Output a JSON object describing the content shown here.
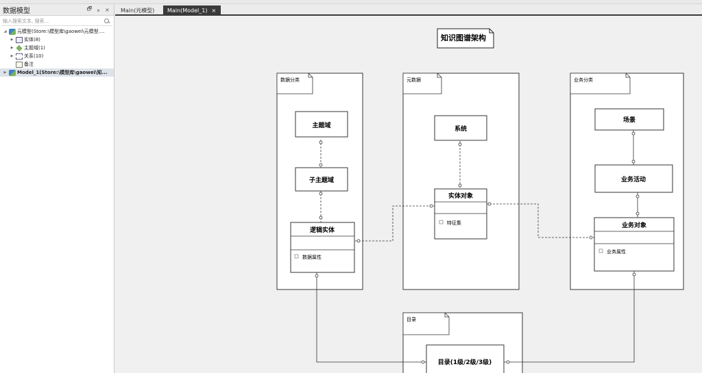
{
  "panel": {
    "title": "数据模型",
    "buttons": {
      "float": "🗗",
      "pin": "⌅",
      "close": "×"
    },
    "search_placeholder": "输入搜索文本, 搜索...",
    "tree": [
      {
        "label": "元模型(Store:\\模型库\\gaowei\\元模型....",
        "level": 0,
        "expanded": true
      },
      {
        "label": "实体(8)",
        "level": 1
      },
      {
        "label": "主题域(1)",
        "level": 1
      },
      {
        "label": "关系(10)",
        "level": 1
      },
      {
        "label": "备注",
        "level": 1
      },
      {
        "label": "Model_1(Store:\\模型库\\gaowei\\知...",
        "level": 0,
        "selected": true
      }
    ]
  },
  "tabs": [
    {
      "label": "Main(元模型)",
      "active": false
    },
    {
      "label": "Main(Model_1)",
      "active": true,
      "close": "×"
    }
  ],
  "diagram": {
    "title": "知识图谱架构",
    "packages": {
      "data_class": "数据分类",
      "metadata": "元数据",
      "business_class": "业务分类",
      "catalog": "目录"
    },
    "entities": {
      "subject_domain": "主题域",
      "sub_subject_domain": "子主题域",
      "logical_entity": "逻辑实体",
      "logical_entity_attr": "数据属性",
      "system": "系统",
      "entity_object": "实体对象",
      "entity_object_attr": "特征集",
      "scene": "场景",
      "business_activity": "业务活动",
      "business_object": "业务对象",
      "business_object_attr": "业务属性",
      "catalog_levels": "目录(1级/2级/3级)"
    }
  },
  "colors": {
    "active_tab": "#3a3a3a",
    "canvas": "#f0f0f0",
    "line": "#333333"
  }
}
